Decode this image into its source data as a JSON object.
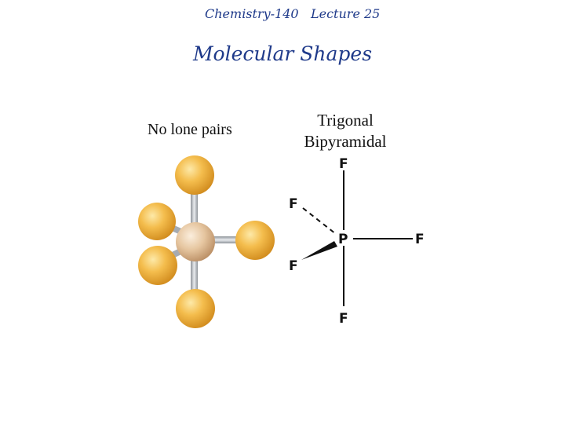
{
  "header": {
    "course": "Chemistry-140",
    "lecture": "Lecture 25"
  },
  "slide": {
    "title": "Molecular Shapes",
    "left_label": "No lone pairs",
    "geometry_label_line1": "Trigonal",
    "geometry_label_line2": "Bipyramidal"
  },
  "lewis_structure": {
    "central_atom": "P",
    "ligand_top": "F",
    "ligand_upper_left": "F",
    "ligand_lower_left": "F",
    "ligand_right": "F",
    "ligand_bottom": "F"
  },
  "colors": {
    "header_text": "#1f3a8a",
    "ligand_ball": "#f2b340",
    "central_ball": "#e3c29c",
    "bond_rod": "#b8bcc2"
  }
}
